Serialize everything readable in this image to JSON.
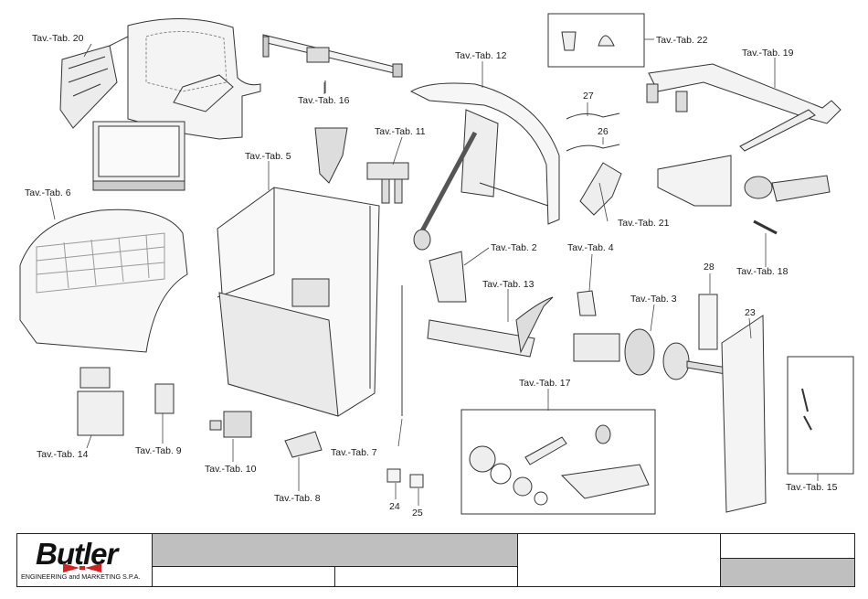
{
  "labels": {
    "t20": "Tav.-Tab. 20",
    "t16": "Tav.-Tab. 16",
    "t12": "Tav.-Tab. 12",
    "t22": "Tav.-Tab. 22",
    "t19": "Tav.-Tab. 19",
    "t5": "Tav.-Tab. 5",
    "t11": "Tav.-Tab. 11",
    "t6": "Tav.-Tab. 6",
    "t21": "Tav.-Tab. 21",
    "t2": "Tav.-Tab. 2",
    "t4": "Tav.-Tab. 4",
    "t18": "Tav.-Tab. 18",
    "t13": "Tav.-Tab. 13",
    "t3": "Tav.-Tab. 3",
    "t17": "Tav.-Tab. 17",
    "t14": "Tav.-Tab. 14",
    "t9": "Tav.-Tab. 9",
    "t10": "Tav.-Tab. 10",
    "t8": "Tav.-Tab. 8",
    "t7": "Tav.-Tab. 7",
    "t15": "Tav.-Tab. 15"
  },
  "numbers": {
    "n27": "27",
    "n26": "26",
    "n28": "28",
    "n23": "23",
    "n24": "24",
    "n25": "25"
  },
  "title_block": {
    "logo_text": "Butler",
    "logo_subtitle": "ENGINEERING and MARKETING S.P.A."
  }
}
